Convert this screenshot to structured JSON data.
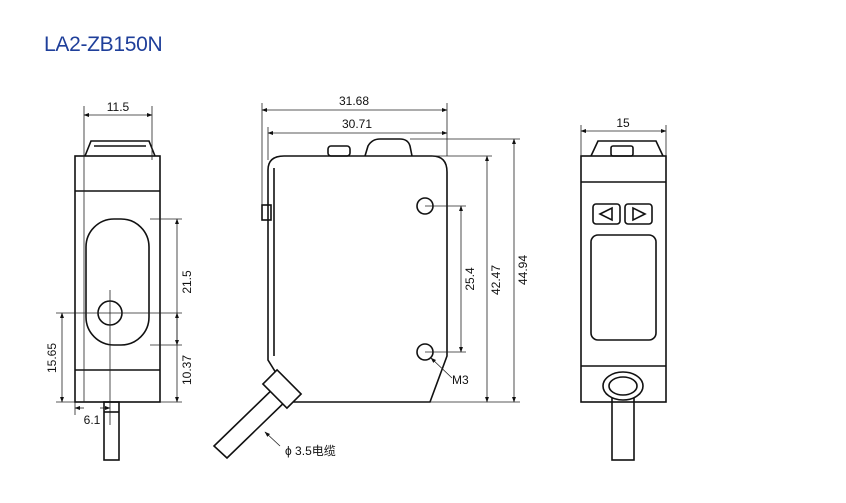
{
  "title": "LA2-ZB150N",
  "dimensions": {
    "front_width": "11.5",
    "front_window_height": "21.5",
    "front_hole_height": "15.65",
    "front_bottom": "10.37",
    "front_offset": "6.1",
    "side_overall": "31.68",
    "side_body": "30.71",
    "side_hole_pitch": "25.4",
    "side_body_height": "42.47",
    "side_overall_height": "44.94",
    "back_width": "15"
  },
  "labels": {
    "screw": "M3",
    "cable": "ϕ 3.5电缆"
  },
  "icons": {
    "left_button": "triangle-left-icon",
    "right_button": "triangle-right-icon"
  }
}
